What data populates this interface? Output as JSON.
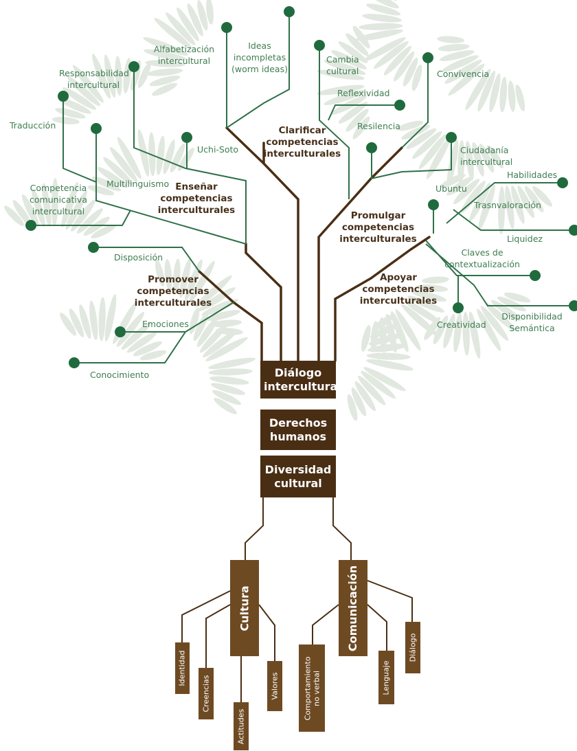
{
  "colors": {
    "leaf_line": "#2e7048",
    "leaf_dot": "#1f6b3e",
    "label": "#3f7d52",
    "branch_text": "#47301a",
    "trunk": "#4a2e14",
    "root_box": "#6e4a23",
    "foliage": "#c8d4c4"
  },
  "trunk": {
    "dialogo": "Diálogo intercultural",
    "derechos": "Derechos humanos",
    "diversidad": "Diversidad cultural"
  },
  "branches": {
    "ensenar": "Enseñar competencias interculturales",
    "clarificar": "Clarificar competencias interculturales",
    "promulgar": "Promulgar competencias interculturales",
    "promover": "Promover competencias interculturales",
    "apoyar": "Apoyar competencias interculturales"
  },
  "leaves": {
    "alfabetizacion": "Alfabetización intercultural",
    "ideas": "Ideas incompletas (worm ideas)",
    "cambia": "Cambia cultural",
    "convivencia": "Convivencia",
    "responsabilidad": "Responsabilidad intercultural",
    "reflexividad": "Reflexividad",
    "traduccion": "Traducción",
    "resilencia": "Resilencia",
    "uchisoto": "Uchi-Soto",
    "ciudadania": "Ciudadanía intercultural",
    "habilidades": "Habilidades",
    "competencia": "Competencia comunicativa intercultural",
    "multilinguismo": "Multilinguismo",
    "ubuntu": "Ubuntu",
    "trasnvaloracion": "Trasnvaloración",
    "liquidez": "Liquidez",
    "disposicion": "Disposición",
    "claves": "Claves de contextualización",
    "emociones": "Emociones",
    "creatividad": "Creatividad",
    "disponibilidad": "Disponibilidad Semántica",
    "conocimiento": "Conocimiento"
  },
  "roots": {
    "cultura": "Cultura",
    "comunicacion": "Comunicación",
    "identidad": "Identidad",
    "creencias": "Creencias",
    "actitudes": "Actitudes",
    "valores": "Valores",
    "comportamiento": "Comportamiento no verbal",
    "lenguaje": "Lenguaje",
    "dialogo": "Diálogo"
  }
}
